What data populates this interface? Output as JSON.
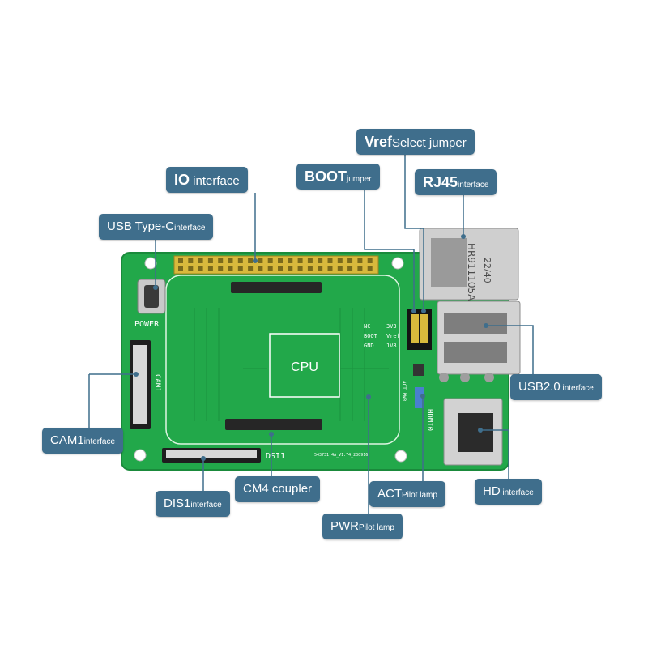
{
  "callouts": {
    "vref": {
      "main": "Vref",
      "sub": "Select jumper"
    },
    "io": {
      "main": "IO",
      "sub": " interface"
    },
    "boot": {
      "main": "BOOT",
      "sub": "jumper"
    },
    "rj45": {
      "main": "RJ45",
      "sub": "interface"
    },
    "usbc": {
      "main": "USB Type-C",
      "sub": "interface"
    },
    "usb2": {
      "main": "USB2.0",
      "sub": " interface"
    },
    "cam1": {
      "main": "CAM1",
      "sub": "interface"
    },
    "dis1": {
      "main": "DIS1",
      "sub": "interface"
    },
    "cm4": {
      "main": "CM4 coupler",
      "sub": ""
    },
    "act": {
      "main": "ACT",
      "sub": "Pilot lamp"
    },
    "hd": {
      "main": "HD",
      "sub": " interface"
    },
    "pwr": {
      "main": "PWR",
      "sub": "Pilot lamp"
    }
  },
  "board": {
    "cpu": "CPU",
    "power": "POWER",
    "cam1": "CAM1",
    "dsi1": "DSI1",
    "hdmi0": "HDMI0",
    "act_pwr": "ACT PWR",
    "jumper_left": [
      "NC",
      "BOOT",
      "GND"
    ],
    "jumper_right": [
      "3V3",
      "Vref",
      "1V8"
    ],
    "rj45_part": "HR911105A",
    "rj45_code": "22/40",
    "serial": "543731 4A_V1.74_230916"
  },
  "colors": {
    "pcb": "#22a84a",
    "callout": "#3f6e8c",
    "leader": "#3f6e8c"
  }
}
